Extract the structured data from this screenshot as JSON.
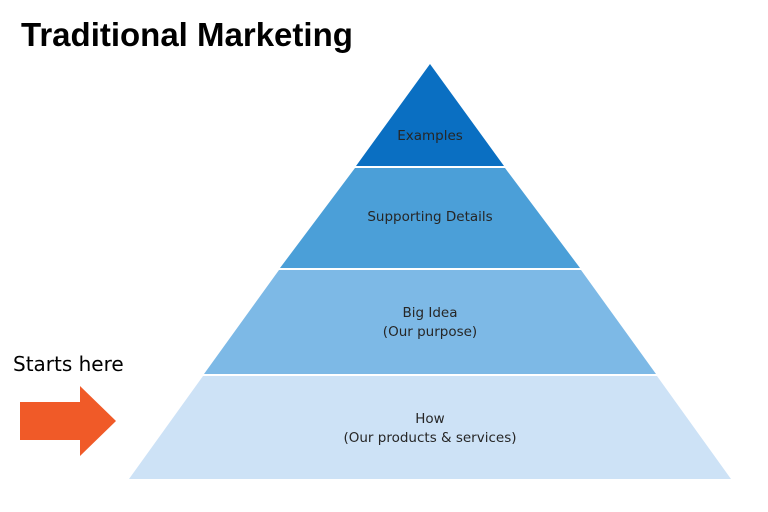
{
  "title": "Traditional Marketing",
  "pointer": {
    "label": "Starts here",
    "arrow_color": "#F05A28"
  },
  "pyramid": {
    "levels": [
      {
        "line1": "Examples",
        "line2": "",
        "color": "#0A6FC2"
      },
      {
        "line1": "Supporting Details",
        "line2": "",
        "color": "#4B9FD8"
      },
      {
        "line1": "Big Idea",
        "line2": "(Our purpose)",
        "color": "#7DB9E6"
      },
      {
        "line1": "How",
        "line2": "(Our products & services)",
        "color": "#CDE2F6"
      }
    ]
  }
}
